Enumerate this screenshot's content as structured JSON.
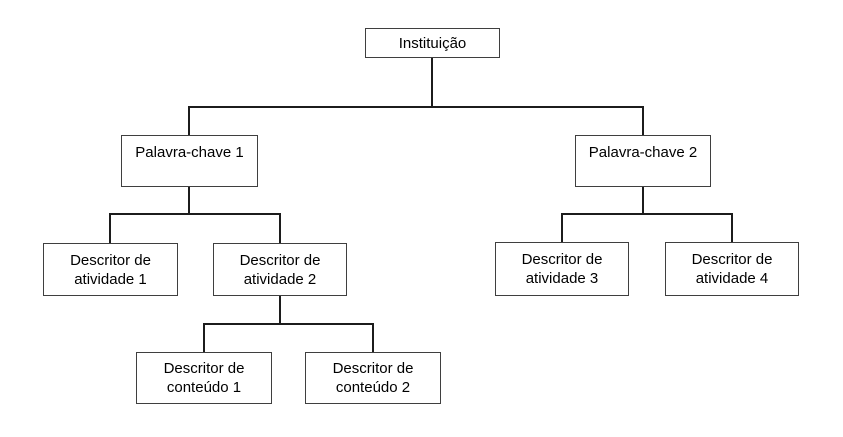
{
  "diagram": {
    "type": "tree",
    "background_color": "#ffffff",
    "line_color": "#1c1c1c",
    "box_border_color": "#3f3f3f",
    "text_color": "#000000",
    "nodes": [
      {
        "id": "instituicao",
        "label": "Instituição",
        "level": 1,
        "parent": null
      },
      {
        "id": "palavra-chave-1",
        "label": "Palavra-chave 1",
        "level": 2,
        "parent": "instituicao"
      },
      {
        "id": "palavra-chave-2",
        "label": "Palavra-chave 2",
        "level": 2,
        "parent": "instituicao"
      },
      {
        "id": "descritor-atividade-1",
        "label": "Descritor de atividade 1",
        "level": 3,
        "parent": "palavra-chave-1"
      },
      {
        "id": "descritor-atividade-2",
        "label": "Descritor de atividade 2",
        "level": 3,
        "parent": "palavra-chave-1"
      },
      {
        "id": "descritor-atividade-3",
        "label": "Descritor de atividade 3",
        "level": 3,
        "parent": "palavra-chave-2"
      },
      {
        "id": "descritor-atividade-4",
        "label": "Descritor de atividade 4",
        "level": 3,
        "parent": "palavra-chave-2"
      },
      {
        "id": "descritor-conteudo-1",
        "label": "Descritor de conteúdo 1",
        "level": 4,
        "parent": "descritor-atividade-2"
      },
      {
        "id": "descritor-conteudo-2",
        "label": "Descritor de conteúdo 2",
        "level": 4,
        "parent": "descritor-atividade-2"
      }
    ],
    "edges": [
      [
        "instituicao",
        "palavra-chave-1"
      ],
      [
        "instituicao",
        "palavra-chave-2"
      ],
      [
        "palavra-chave-1",
        "descritor-atividade-1"
      ],
      [
        "palavra-chave-1",
        "descritor-atividade-2"
      ],
      [
        "palavra-chave-2",
        "descritor-atividade-3"
      ],
      [
        "palavra-chave-2",
        "descritor-atividade-4"
      ],
      [
        "descritor-atividade-2",
        "descritor-conteudo-1"
      ],
      [
        "descritor-atividade-2",
        "descritor-conteudo-2"
      ]
    ]
  }
}
